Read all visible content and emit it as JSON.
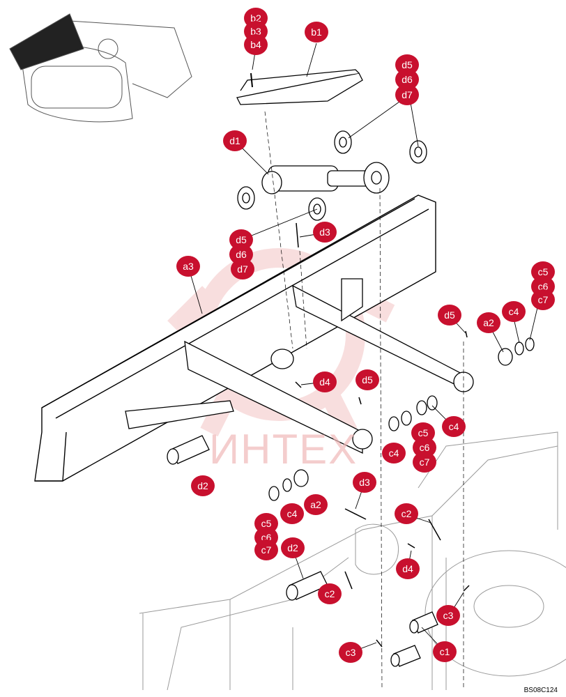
{
  "colors": {
    "callout": "#c8102e",
    "line": "#000000",
    "ghost": "#9a9a9a",
    "watermark": "#f0b8b8"
  },
  "watermark": "ИНТЕХ",
  "drawing_code": "BS08C124",
  "callouts": [
    {
      "id": "b2",
      "text": "b2"
    },
    {
      "id": "b3",
      "text": "b3"
    },
    {
      "id": "b4",
      "text": "b4"
    },
    {
      "id": "b1",
      "text": "b1"
    },
    {
      "id": "d5a",
      "text": "d5"
    },
    {
      "id": "d6a",
      "text": "d6"
    },
    {
      "id": "d7a",
      "text": "d7"
    },
    {
      "id": "d1",
      "text": "d1"
    },
    {
      "id": "d3a",
      "text": "d3"
    },
    {
      "id": "d5b",
      "text": "d5"
    },
    {
      "id": "d6b",
      "text": "d6"
    },
    {
      "id": "d7b",
      "text": "d7"
    },
    {
      "id": "a3",
      "text": "a3"
    },
    {
      "id": "c5a",
      "text": "c5"
    },
    {
      "id": "c6a",
      "text": "c6"
    },
    {
      "id": "c7a",
      "text": "c7"
    },
    {
      "id": "d5c",
      "text": "d5"
    },
    {
      "id": "c4a",
      "text": "c4"
    },
    {
      "id": "a2a",
      "text": "a2"
    },
    {
      "id": "d4a",
      "text": "d4"
    },
    {
      "id": "d5d",
      "text": "d5"
    },
    {
      "id": "c4b",
      "text": "c4"
    },
    {
      "id": "c5b",
      "text": "c5"
    },
    {
      "id": "c6b",
      "text": "c6"
    },
    {
      "id": "c7b",
      "text": "c7"
    },
    {
      "id": "c4c",
      "text": "c4"
    },
    {
      "id": "d2a",
      "text": "d2"
    },
    {
      "id": "d3b",
      "text": "d3"
    },
    {
      "id": "c4d",
      "text": "c4"
    },
    {
      "id": "a2b",
      "text": "a2"
    },
    {
      "id": "c5c",
      "text": "c5"
    },
    {
      "id": "c6c",
      "text": "c6"
    },
    {
      "id": "c7c",
      "text": "c7"
    },
    {
      "id": "c2a",
      "text": "c2"
    },
    {
      "id": "d2b",
      "text": "d2"
    },
    {
      "id": "d4b",
      "text": "d4"
    },
    {
      "id": "c2b",
      "text": "c2"
    },
    {
      "id": "c3a",
      "text": "c3"
    },
    {
      "id": "c3b",
      "text": "c3"
    },
    {
      "id": "c1",
      "text": "c1"
    }
  ]
}
